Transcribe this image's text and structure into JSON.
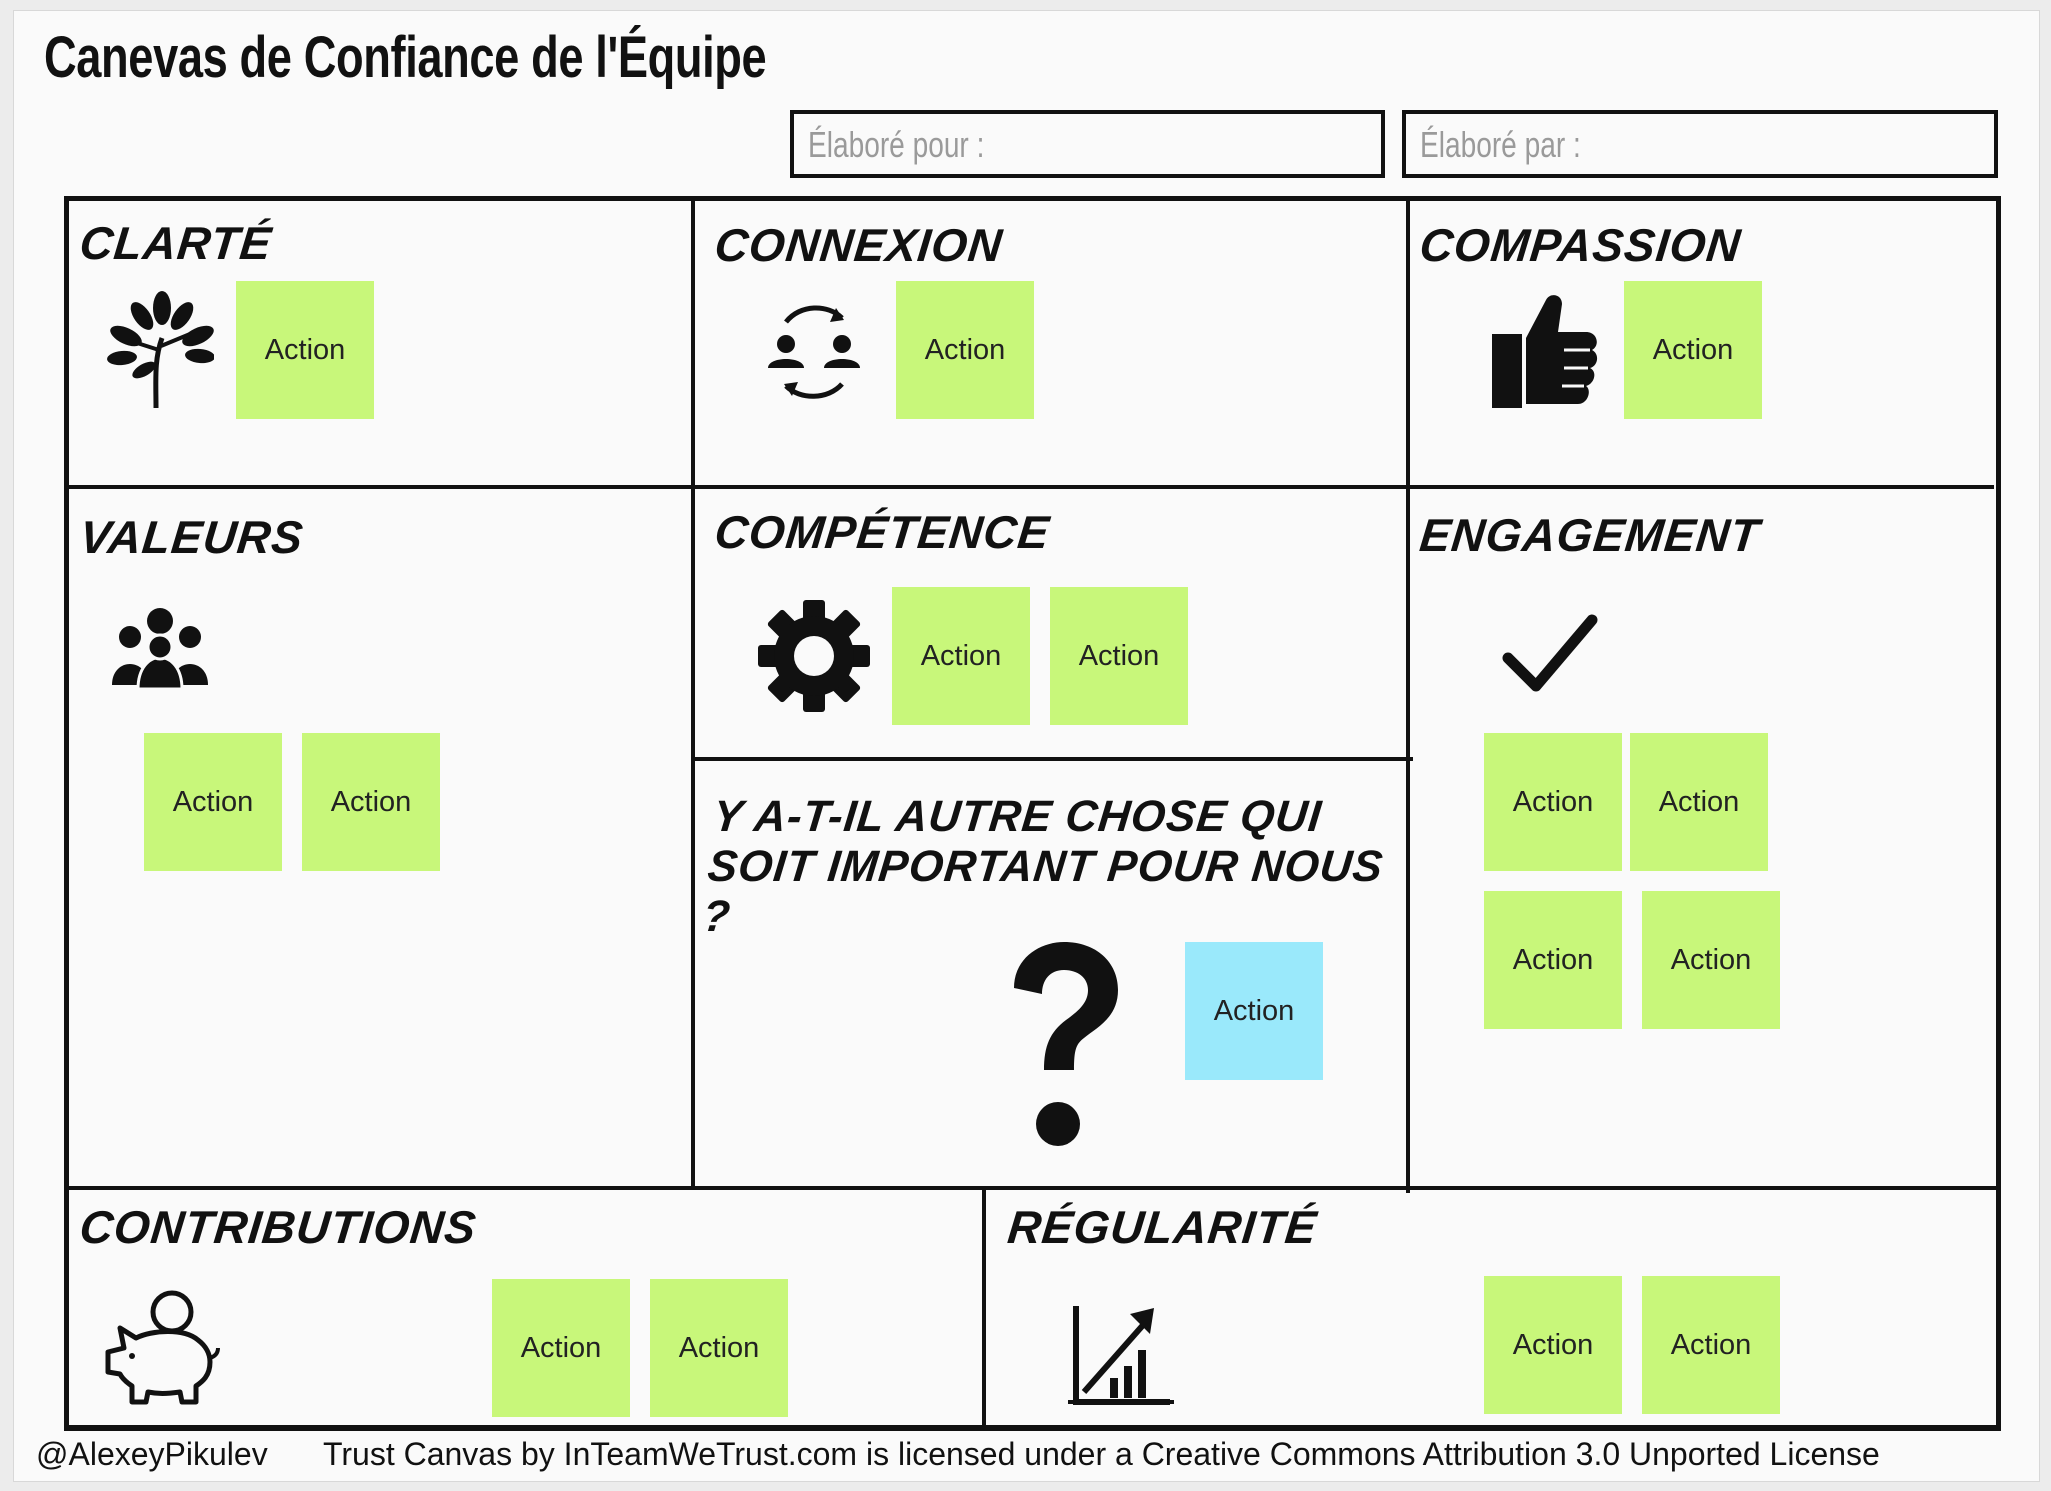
{
  "title": "Canevas de Confiance de l'Équipe",
  "fields": {
    "for_placeholder": "Élaboré pour :",
    "by_placeholder": "Élaboré par :"
  },
  "sections": {
    "clarte": "CLARTÉ",
    "connexion": "CONNEXION",
    "compassion": "COMPASSION",
    "valeurs": "VALEURS",
    "competence": "COMPÉTENCE",
    "engagement": "ENGAGEMENT",
    "autre": "Y A-T-IL AUTRE CHOSE QUI SOIT IMPORTANT POUR NOUS ?",
    "contributions": "CONTRIBUTIONS",
    "regularite": "RÉGULARITÉ"
  },
  "note_label": "Action",
  "colors": {
    "note_green": "#c8f77a",
    "note_blue": "#9ae9fb",
    "ink": "#111111"
  },
  "icons": {
    "clarte": "tree-icon",
    "connexion": "people-exchange-icon",
    "compassion": "thumbs-up-icon",
    "valeurs": "group-icon",
    "competence": "gear-icon",
    "engagement": "checkmark-icon",
    "autre": "question-mark-icon",
    "contributions": "piggy-bank-icon",
    "regularite": "growth-chart-icon"
  },
  "footer": {
    "author": "@AlexeyPikulev",
    "license": "Trust Canvas by InTeamWeTrust.com is licensed under a Creative Commons Attribution 3.0 Unported License"
  }
}
